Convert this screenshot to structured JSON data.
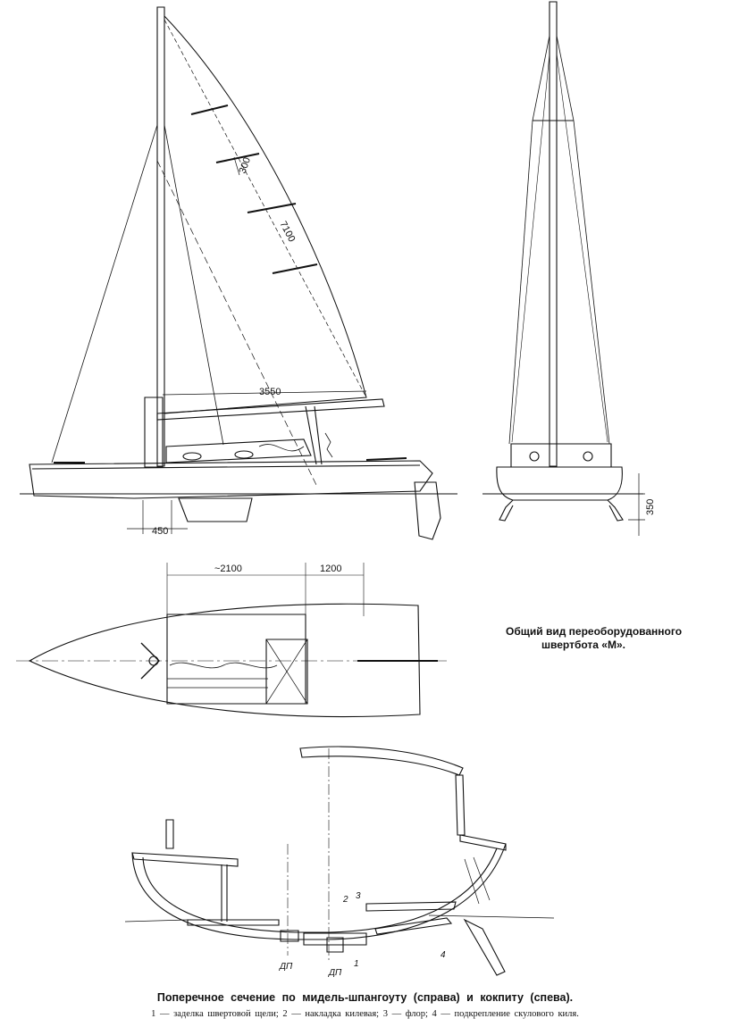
{
  "dimensions": {
    "sail_300": "300",
    "sail_7100": "7100",
    "boom_3550": "3550",
    "offset_450": "450",
    "keel_350": "350",
    "plan_2100": "~2100",
    "plan_1200": "1200"
  },
  "section_labels": {
    "dp_left": "ДП",
    "dp_right": "ДП",
    "n1": "1",
    "n2": "2",
    "n3": "3",
    "n4": "4"
  },
  "captions": {
    "general_view_line1": "Общий вид переоборудованного",
    "general_view_line2": "швертбота «М».",
    "section_title": "Поперечное сечение по мидель-шпангоуту (справа) и кокпиту (спева).",
    "legend": "1 — заделка швертовой щели; 2 — накладка килевая; 3 — флор; 4 — подкрепление скулового киля."
  }
}
